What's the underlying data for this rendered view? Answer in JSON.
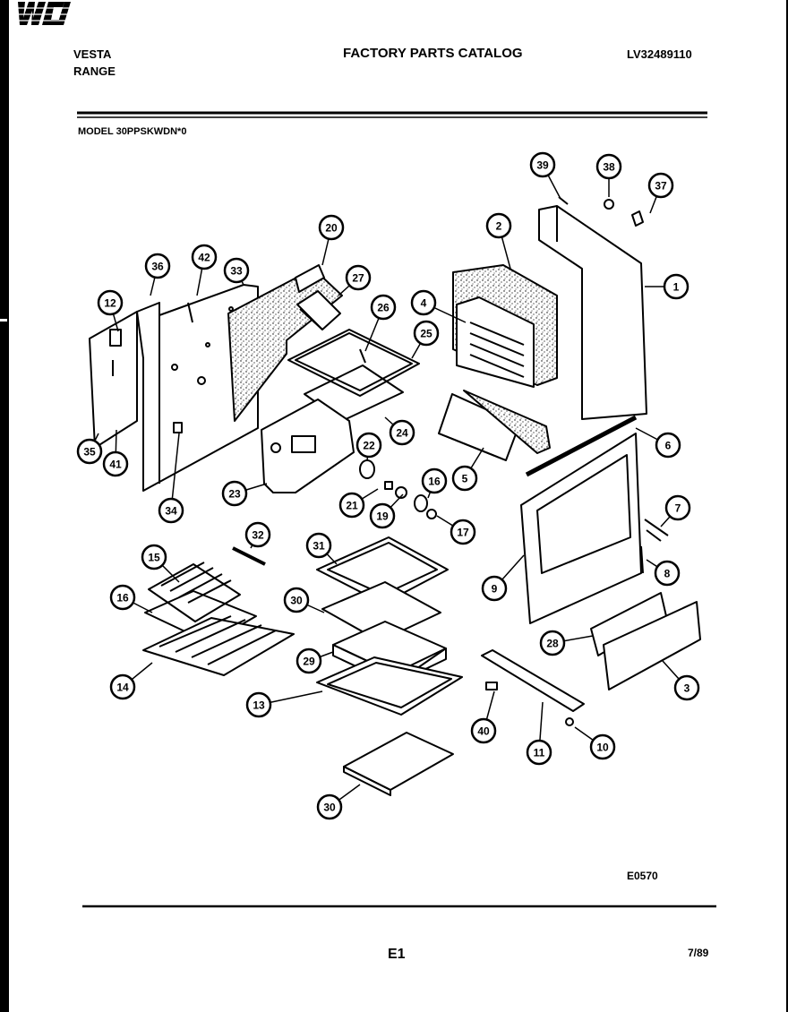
{
  "header": {
    "brand_line1": "VESTA",
    "brand_line2": "RANGE",
    "logo_text": "WCI",
    "catalog_title": "FACTORY PARTS CATALOG",
    "part_number": "LV32489110",
    "model_line": "MODEL 30PPSKWDN*0"
  },
  "footer": {
    "diagram_code": "E0570",
    "page_code": "E1",
    "date": "7/89"
  },
  "callouts": [
    "1",
    "2",
    "3",
    "4",
    "5",
    "6",
    "7",
    "8",
    "9",
    "10",
    "11",
    "12",
    "13",
    "14",
    "15",
    "16",
    "17",
    "19",
    "20",
    "21",
    "22",
    "23",
    "24",
    "25",
    "26",
    "27",
    "28",
    "29",
    "30",
    "31",
    "32",
    "33",
    "34",
    "35",
    "36",
    "37",
    "38",
    "39",
    "40",
    "41",
    "42"
  ],
  "colors": {
    "ink": "#000000",
    "paper": "#ffffff",
    "border": "#000000"
  }
}
